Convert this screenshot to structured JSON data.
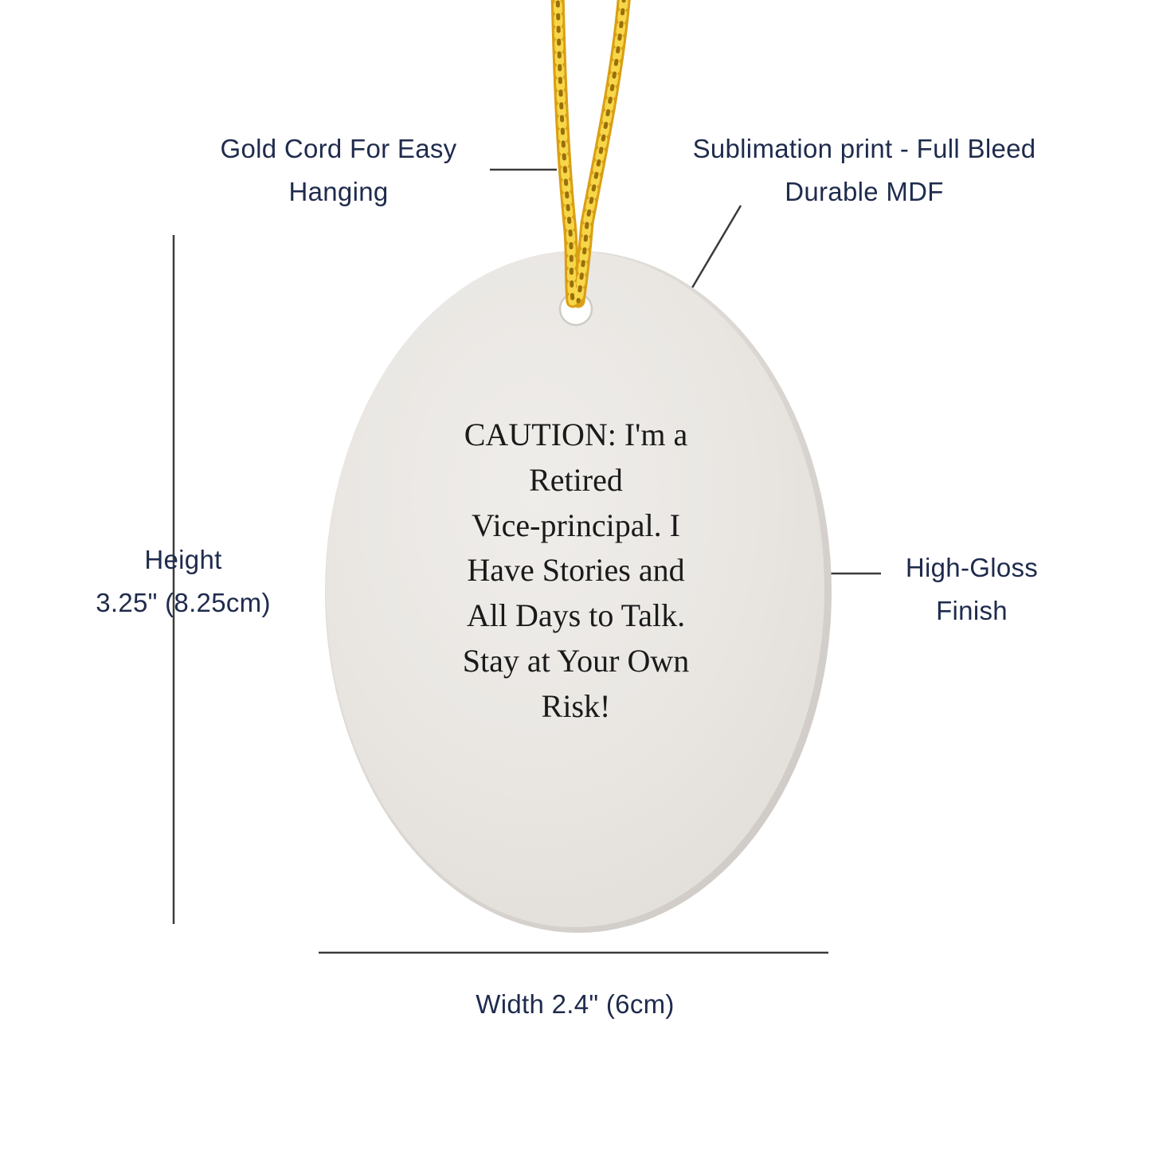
{
  "product": {
    "ornament_quote": "CAUTION: I'm a\nRetired\nVice-principal. I\nHave Stories and\nAll Days to Talk.\nStay at Your Own\nRisk!"
  },
  "annotations": {
    "gold_cord": "Gold Cord For Easy\nHanging",
    "sublimation": "Sublimation print - Full Bleed\nDurable MDF",
    "height": "Height\n3.25\" (8.25cm)",
    "gloss": "High-Gloss\nFinish",
    "width": "Width 2.4\" (6cm)"
  },
  "colors": {
    "background": "#ffffff",
    "annotation_text": "#1f2b4d",
    "annotation_line": "#3b3b3b",
    "ornament_body": "#e9e6e2",
    "ornament_rim": "#cfcac5",
    "ornament_text": "#1a1a1a",
    "cord_gold": "#d99f15",
    "cord_gold_light": "#f7d648",
    "cord_gold_dark": "#9a6f0b"
  }
}
